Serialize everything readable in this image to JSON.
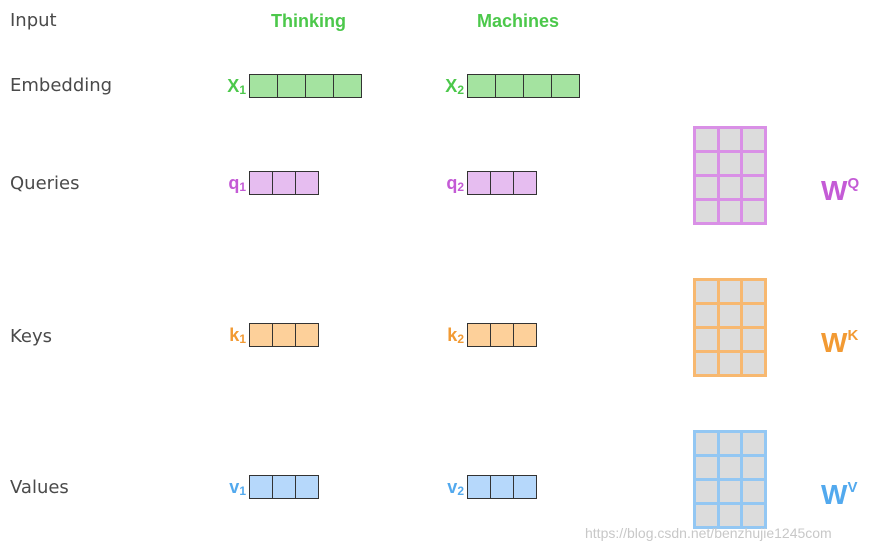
{
  "rows": {
    "input": "Input",
    "embedding": "Embedding",
    "queries": "Queries",
    "keys": "Keys",
    "values": "Values"
  },
  "words": [
    "Thinking",
    "Machines"
  ],
  "vectors": {
    "embedding": {
      "labels": [
        "X",
        "X"
      ],
      "subs": [
        "1",
        "2"
      ],
      "cells": 4,
      "color": "#4cc84b",
      "fill": "#a4e3a0"
    },
    "queries": {
      "labels": [
        "q",
        "q"
      ],
      "subs": [
        "1",
        "2"
      ],
      "cells": 3,
      "color": "#c45bd6",
      "fill": "#e6bdf0"
    },
    "keys": {
      "labels": [
        "k",
        "k"
      ],
      "subs": [
        "1",
        "2"
      ],
      "cells": 3,
      "color": "#f29a33",
      "fill": "#fdd09a"
    },
    "values": {
      "labels": [
        "v",
        "v"
      ],
      "subs": [
        "1",
        "2"
      ],
      "cells": 3,
      "color": "#52a9ee",
      "fill": "#b6d8fb"
    }
  },
  "weights": [
    {
      "letter": "W",
      "sup": "Q",
      "color": "#c45bd6",
      "border": "#d990e6"
    },
    {
      "letter": "W",
      "sup": "K",
      "color": "#f29a33",
      "border": "#f7b870"
    },
    {
      "letter": "W",
      "sup": "V",
      "color": "#52a9ee",
      "border": "#93c7f3"
    }
  ],
  "watermark": "https://blog.csdn.net/benzhujie1245com"
}
